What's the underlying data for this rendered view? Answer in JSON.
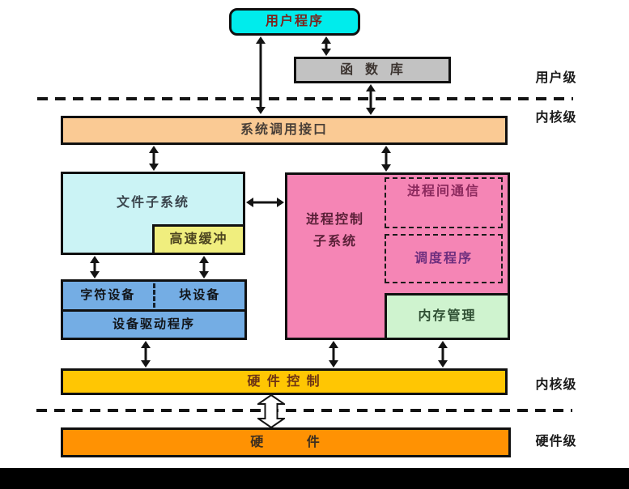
{
  "diagram": {
    "description": "UNIX kernel architecture block diagram",
    "labels": {
      "user_program": "用户程序",
      "library": "函  数  库",
      "syscall_interface": "系统调用接口",
      "file_subsystem": "文件子系统",
      "buffer_cache": "高速缓冲",
      "process_control": "进程控制\n子系统",
      "ipc": "进程间通信",
      "scheduler": "调度程序",
      "memory_management": "内存管理",
      "char_device": "字符设备",
      "block_device": "块设备",
      "device_driver": "设备驱动程序",
      "hardware_control": "硬 件 控 制",
      "hardware": "硬        件"
    },
    "levels": {
      "user_level": "用户级",
      "kernel_level_top": "内核级",
      "kernel_level_bottom": "内核级",
      "hardware_level": "硬件级"
    },
    "palette": {
      "user_program_fill": "#00ECEC",
      "library_fill": "#C2C2C2",
      "syscall_fill": "#FACA94",
      "file_subsystem_fill": "#CBF3F5",
      "buffer_cache_fill": "#F0EE7E",
      "process_control_fill": "#F585B5",
      "memory_management_fill": "#CFF3CF",
      "devices_fill": "#74ADE4",
      "hardware_control_fill": "#FFC603",
      "hardware_fill": "#FF9203",
      "border": "#101010",
      "shadow": "#DCDCDC"
    }
  }
}
